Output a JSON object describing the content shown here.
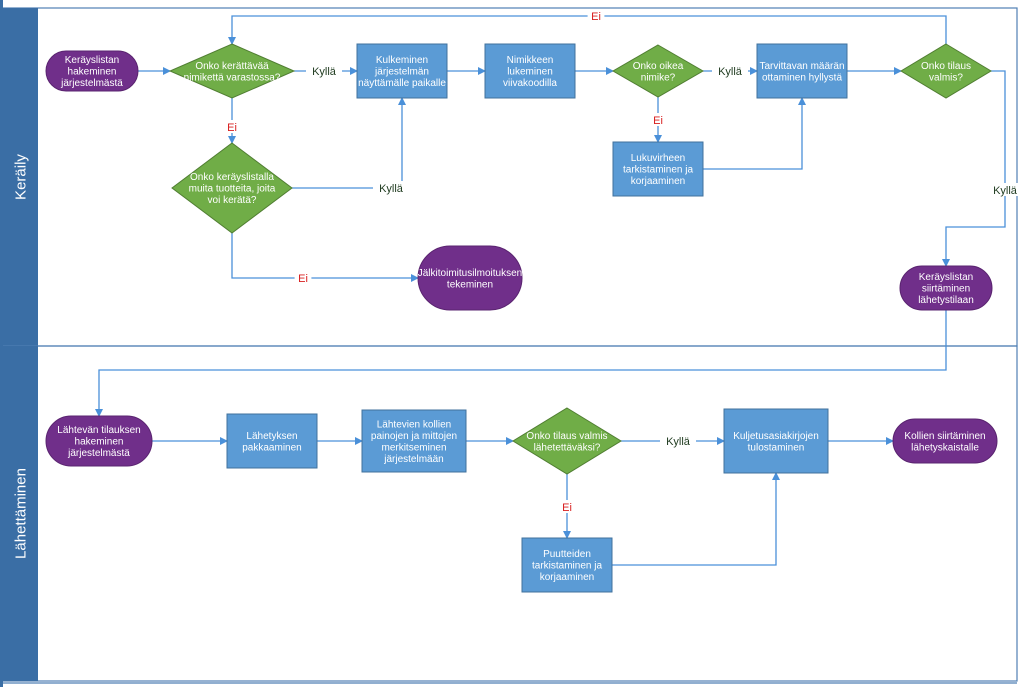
{
  "lanes": [
    {
      "id": "kerayly",
      "label": "Keräily"
    },
    {
      "id": "lahettaminen",
      "label": "Lähettäminen"
    }
  ],
  "labels": {
    "yes": "Kyllä",
    "no": "Ei"
  },
  "colors": {
    "terminal": "#702f8a",
    "process": "#5b9bd5",
    "decision": "#70ad47",
    "flow": "#4a90d9",
    "lane_header": "#3a6ea5",
    "no_label": "#d81e1e"
  },
  "nodes": {
    "fetch_list": {
      "type": "terminal",
      "lines": [
        "Keräyslistan",
        "hakeminen",
        "järjestelmästä"
      ]
    },
    "in_stock": {
      "type": "decision",
      "lines": [
        "Onko kerättävää",
        "nimikettä varastossa?"
      ]
    },
    "walk": {
      "type": "process",
      "lines": [
        "Kulkeminen",
        "järjestelmän",
        "näyttämälle paikalle"
      ]
    },
    "read_barcode": {
      "type": "process",
      "lines": [
        "Nimikkeen",
        "lukeminen",
        "viivakoodilla"
      ]
    },
    "right_item": {
      "type": "decision",
      "lines": [
        "Onko oikea",
        "nimike?"
      ]
    },
    "take": {
      "type": "process",
      "lines": [
        "Tarvittavan määrän",
        "ottaminen hyllystä"
      ]
    },
    "order_ready": {
      "type": "decision",
      "lines": [
        "Onko tilaus",
        "valmis?"
      ]
    },
    "check_read": {
      "type": "process",
      "lines": [
        "Lukuvirheen",
        "tarkistaminen ja",
        "korjaaminen"
      ]
    },
    "other_items": {
      "type": "decision",
      "lines": [
        "Onko keräyslistalla",
        "muita tuotteita, joita",
        "voi kerätä?"
      ]
    },
    "backorder": {
      "type": "terminal",
      "lines": [
        "Jälkitoimitusilmoituksen",
        "tekeminen"
      ]
    },
    "move_list": {
      "type": "terminal",
      "lines": [
        "Keräyslistan",
        "siirtäminen",
        "lähetystilaan"
      ]
    },
    "fetch_order": {
      "type": "terminal",
      "lines": [
        "Lähtevän tilauksen",
        "hakeminen",
        "järjestelmästä"
      ]
    },
    "pack": {
      "type": "process",
      "lines": [
        "Lähetyksen",
        "pakkaaminen"
      ]
    },
    "mark": {
      "type": "process",
      "lines": [
        "Lähtevien kollien",
        "painojen ja mittojen",
        "merkitseminen",
        "järjestelmään"
      ]
    },
    "ready_to_ship": {
      "type": "decision",
      "lines": [
        "Onko tilaus valmis",
        "lähetettäväksi?"
      ]
    },
    "print_docs": {
      "type": "process",
      "lines": [
        "Kuljetusasiakirjojen",
        "tulostaminen"
      ]
    },
    "move_parcels": {
      "type": "terminal",
      "lines": [
        "Kollien siirtäminen",
        "lähetyskaistalle"
      ]
    },
    "check_missing": {
      "type": "process",
      "lines": [
        "Puutteiden",
        "tarkistaminen ja",
        "korjaaminen"
      ]
    }
  },
  "edges": [
    {
      "from": "fetch_list",
      "to": "in_stock"
    },
    {
      "from": "in_stock",
      "to": "walk",
      "label": "yes"
    },
    {
      "from": "in_stock",
      "to": "other_items",
      "label": "no"
    },
    {
      "from": "walk",
      "to": "read_barcode"
    },
    {
      "from": "read_barcode",
      "to": "right_item"
    },
    {
      "from": "right_item",
      "to": "take",
      "label": "yes"
    },
    {
      "from": "right_item",
      "to": "check_read",
      "label": "no"
    },
    {
      "from": "check_read",
      "to": "take"
    },
    {
      "from": "take",
      "to": "order_ready"
    },
    {
      "from": "order_ready",
      "to": "in_stock",
      "label": "no"
    },
    {
      "from": "order_ready",
      "to": "move_list",
      "label": "yes"
    },
    {
      "from": "other_items",
      "to": "walk",
      "label": "yes"
    },
    {
      "from": "other_items",
      "to": "backorder",
      "label": "no"
    },
    {
      "from": "move_list",
      "to": "fetch_order"
    },
    {
      "from": "fetch_order",
      "to": "pack"
    },
    {
      "from": "pack",
      "to": "mark"
    },
    {
      "from": "mark",
      "to": "ready_to_ship"
    },
    {
      "from": "ready_to_ship",
      "to": "print_docs",
      "label": "yes"
    },
    {
      "from": "ready_to_ship",
      "to": "check_missing",
      "label": "no"
    },
    {
      "from": "check_missing",
      "to": "print_docs"
    },
    {
      "from": "print_docs",
      "to": "move_parcels"
    }
  ]
}
